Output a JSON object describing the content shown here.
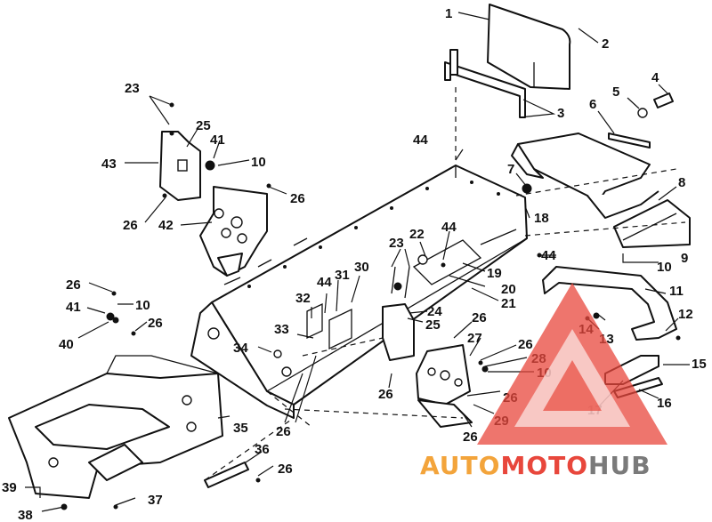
{
  "callouts": [
    {
      "id": "c1",
      "label": "1"
    },
    {
      "id": "c2",
      "label": "2"
    },
    {
      "id": "c3",
      "label": "3"
    },
    {
      "id": "c4",
      "label": "4"
    },
    {
      "id": "c5",
      "label": "5"
    },
    {
      "id": "c6",
      "label": "6"
    },
    {
      "id": "c7",
      "label": "7"
    },
    {
      "id": "c8",
      "label": "8"
    },
    {
      "id": "c9",
      "label": "9"
    },
    {
      "id": "c10a",
      "label": "10"
    },
    {
      "id": "c10b",
      "label": "10"
    },
    {
      "id": "c10c",
      "label": "10"
    },
    {
      "id": "c10d",
      "label": "10"
    },
    {
      "id": "c11",
      "label": "11"
    },
    {
      "id": "c12",
      "label": "12"
    },
    {
      "id": "c13",
      "label": "13"
    },
    {
      "id": "c14",
      "label": "14"
    },
    {
      "id": "c15",
      "label": "15"
    },
    {
      "id": "c16",
      "label": "16"
    },
    {
      "id": "c17",
      "label": "17"
    },
    {
      "id": "c18",
      "label": "18"
    },
    {
      "id": "c19",
      "label": "19"
    },
    {
      "id": "c20",
      "label": "20"
    },
    {
      "id": "c21",
      "label": "21"
    },
    {
      "id": "c22",
      "label": "22"
    },
    {
      "id": "c23a",
      "label": "23"
    },
    {
      "id": "c23b",
      "label": "23"
    },
    {
      "id": "c24",
      "label": "24"
    },
    {
      "id": "c25a",
      "label": "25"
    },
    {
      "id": "c25b",
      "label": "25"
    },
    {
      "id": "c26a",
      "label": "26"
    },
    {
      "id": "c26b",
      "label": "26"
    },
    {
      "id": "c26c",
      "label": "26"
    },
    {
      "id": "c26d",
      "label": "26"
    },
    {
      "id": "c26e",
      "label": "26"
    },
    {
      "id": "c26f",
      "label": "26"
    },
    {
      "id": "c26g",
      "label": "26"
    },
    {
      "id": "c26h",
      "label": "26"
    },
    {
      "id": "c26i",
      "label": "26"
    },
    {
      "id": "c26j",
      "label": "26"
    },
    {
      "id": "c26k",
      "label": "26"
    },
    {
      "id": "c27",
      "label": "27"
    },
    {
      "id": "c28",
      "label": "28"
    },
    {
      "id": "c29",
      "label": "29"
    },
    {
      "id": "c30",
      "label": "30"
    },
    {
      "id": "c31",
      "label": "31"
    },
    {
      "id": "c32",
      "label": "32"
    },
    {
      "id": "c33",
      "label": "33"
    },
    {
      "id": "c34",
      "label": "34"
    },
    {
      "id": "c35",
      "label": "35"
    },
    {
      "id": "c36",
      "label": "36"
    },
    {
      "id": "c37",
      "label": "37"
    },
    {
      "id": "c38",
      "label": "38"
    },
    {
      "id": "c39",
      "label": "39"
    },
    {
      "id": "c40",
      "label": "40"
    },
    {
      "id": "c41a",
      "label": "41"
    },
    {
      "id": "c41b",
      "label": "41"
    },
    {
      "id": "c42",
      "label": "42"
    },
    {
      "id": "c43",
      "label": "43"
    },
    {
      "id": "c44a",
      "label": "44"
    },
    {
      "id": "c44b",
      "label": "44"
    },
    {
      "id": "c44c",
      "label": "44"
    },
    {
      "id": "c44d",
      "label": "44"
    }
  ],
  "watermark": {
    "part1": "AUTO",
    "part2": "MOTO",
    "part3": "HUB",
    "color_red": "#e8473c",
    "color_orange": "#f3a43b",
    "color_gray": "#7a7a7a"
  }
}
